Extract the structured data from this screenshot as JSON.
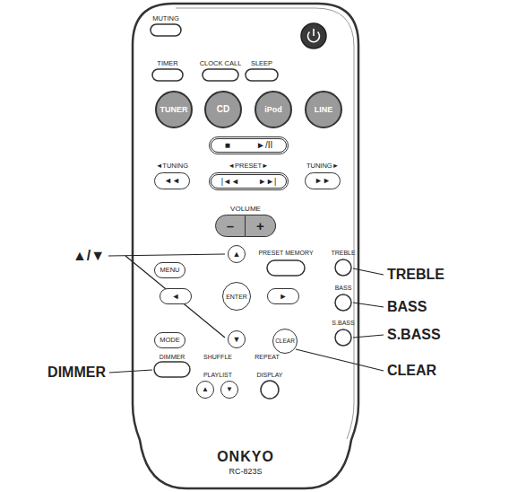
{
  "diagram": {
    "nodes": [
      {
        "text": [
          "ONKYO",
          "RC-823S"
        ]
      },
      {
        "text": [
          "TUNER"
        ],
        "in": 0
      },
      {
        "text": [
          "CD"
        ],
        "in": 0
      },
      {
        "text": [
          "iPod"
        ],
        "in": 0
      },
      {
        "text": [
          "LINE"
        ],
        "in": 0
      },
      {
        "text": [
          "■",
          "►/II"
        ],
        "in": 0
      },
      {
        "text": [
          "◄◄"
        ],
        "in": 0
      },
      {
        "text": [
          "|◄◄",
          "►►|"
        ],
        "in": 0
      },
      {
        "text": [
          "►►"
        ],
        "in": 0
      },
      {
        "text": [
          "–"
        ],
        "in": 0
      },
      {
        "text": [
          "+"
        ],
        "in": 0
      },
      {
        "text": [
          "▲"
        ],
        "in": 0
      },
      {
        "text": [
          "MENU"
        ],
        "in": 0
      },
      {
        "text": [
          "◄"
        ],
        "in": 0
      },
      {
        "text": [
          "ENTER"
        ],
        "in": 0
      },
      {
        "text": [
          "►"
        ],
        "in": 0
      },
      {
        "text": [
          "▼"
        ],
        "in": 0
      },
      {
        "text": [
          "MODE"
        ],
        "in": 0
      },
      {
        "text": [
          "CLEAR"
        ],
        "in": 0
      },
      {
        "text": [
          "▲"
        ],
        "in": 0
      },
      {
        "text": [
          "▼"
        ],
        "in": 0
      }
    ],
    "labels": [
      "MUTING",
      "TIMER",
      "CLOCK CALL",
      "SLEEP",
      "◄TUNING",
      "◄PRESET►",
      "TUNING►",
      "VOLUME",
      "PRESET MEMORY",
      "TREBLE",
      "BASS",
      "S.BASS",
      "DIMMER",
      "SHUFFLE",
      "REPEAT",
      "PLAYLIST",
      "DISPLAY",
      "▲/▼",
      "TREBLE",
      "BASS",
      "S.BASS",
      "CLEAR",
      "DIMMER"
    ]
  }
}
